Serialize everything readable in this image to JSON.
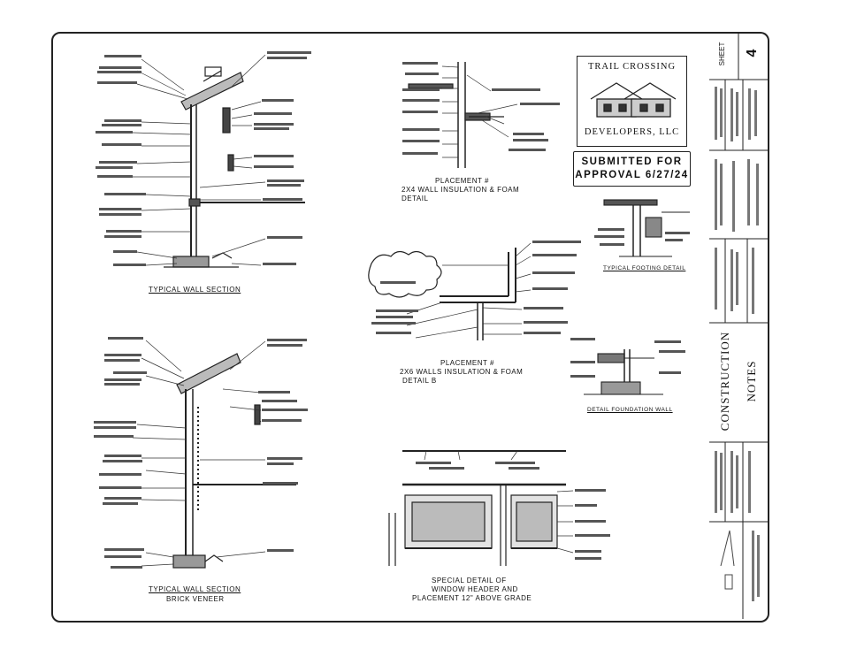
{
  "sheet": {
    "sheet_label": "SHEET",
    "sheet_number": "4",
    "sheet_title_line1": "CONSTRUCTION",
    "sheet_title_line2": "NOTES"
  },
  "logo": {
    "line1": "TRAIL CROSSING",
    "line2": "DEVELOPERS, LLC"
  },
  "stamp": {
    "line1": "SUBMITTED FOR",
    "line2": "APPROVAL 6/27/24"
  },
  "details": {
    "wall_section": "TYPICAL WALL SECTION",
    "wall_section_brick_line1": "TYPICAL WALL SECTION",
    "wall_section_brick_line2": "BRICK VENEER",
    "placement_a_line1": "PLACEMENT #",
    "placement_a_line2": "2X4 WALL INSULATION & FOAM",
    "placement_a_line3": "DETAIL",
    "placement_b_line1": "PLACEMENT #",
    "placement_b_line2": "2X6 WALLS INSULATION & FOAM",
    "placement_b_line3": "DETAIL B",
    "window_line1": "SPECIAL DETAIL OF",
    "window_line2": "WINDOW HEADER AND",
    "window_line3": "PLACEMENT 12\" ABOVE GRADE",
    "small_detail_1": "TYPICAL FOOTING DETAIL",
    "small_detail_2": "DETAIL FOUNDATION WALL"
  }
}
